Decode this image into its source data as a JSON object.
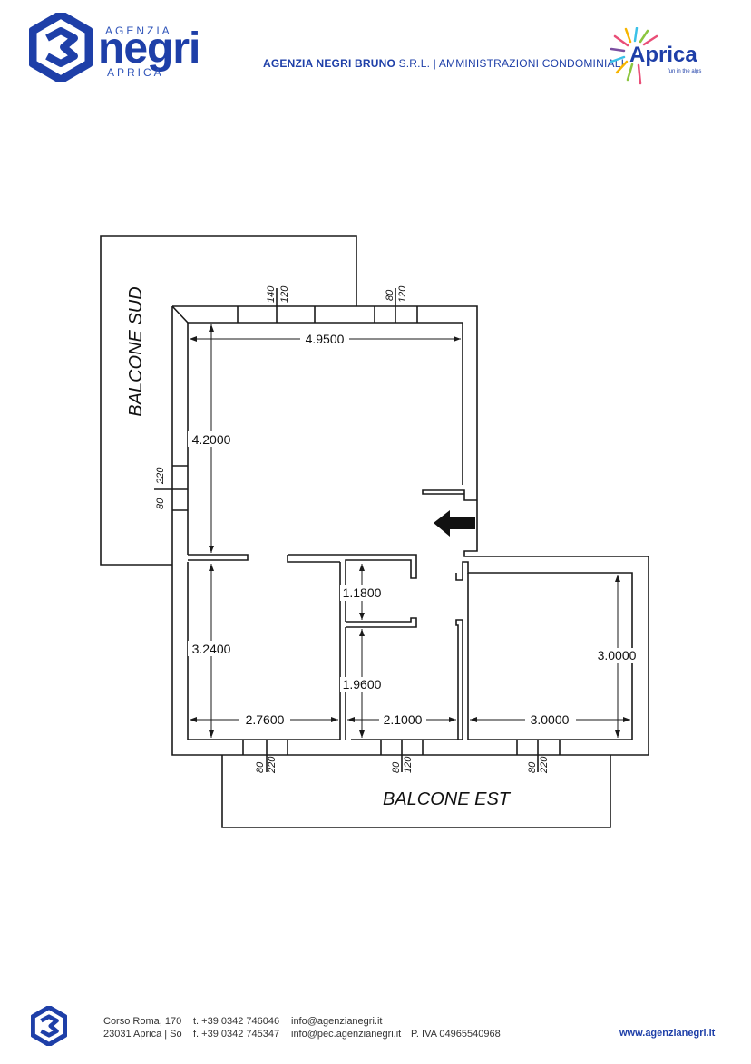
{
  "header": {
    "brand_top": "AGENZIA",
    "brand_main": "negri",
    "brand_bottom": "APRICA",
    "company_bold": "AGENZIA NEGRI BRUNO",
    "company_rest": " S.R.L. | AMMINISTRAZIONI CONDOMINIALI",
    "aprica_name": "Aprica",
    "aprica_tagline": "fun in the alps"
  },
  "plan": {
    "balcone_sud": "BALCONE SUD",
    "balcone_est": "BALCONE EST",
    "dims": {
      "top_width": "4.9500",
      "left_height": "4.2000",
      "lower_left_height": "3.2400",
      "small_room_1": "1.1800",
      "small_room_2": "1.9600",
      "right_room_height": "3.0000",
      "bottom_left_width": "2.7600",
      "bottom_mid_width": "2.1000",
      "bottom_right_width": "3.0000"
    },
    "openings": {
      "top1_a": "140",
      "top1_b": "120",
      "top2_a": "80",
      "top2_b": "120",
      "left_a": "80",
      "left_b": "220",
      "bot1_a": "80",
      "bot1_b": "220",
      "bot2_a": "80",
      "bot2_b": "120",
      "bot3_a": "80",
      "bot3_b": "220"
    }
  },
  "footer": {
    "address_1": "Corso Roma, 170",
    "address_2": "23031 Aprica | So",
    "phone": "t. +39 0342 746046",
    "fax": "f. +39 0342 745347",
    "email": "info@agenzianegri.it",
    "pec": "info@pec.agenzianegri.it",
    "piva": "P. IVA 04965540968",
    "website": "www.agenzianegri.it"
  },
  "colors": {
    "brand": "#1e3fa8",
    "line": "#1a1a1a"
  }
}
